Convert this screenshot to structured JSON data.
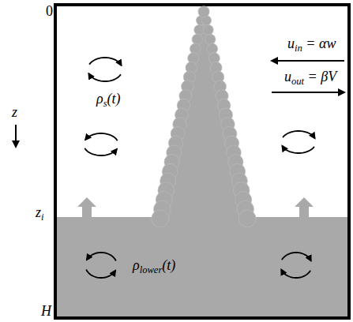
{
  "diagram": {
    "nodes": [
      {
        "text": [
          "ρs(t)"
        ]
      },
      {
        "text": [
          "ρlower(t)"
        ],
        "in": 0
      }
    ],
    "labels": [
      "0",
      "z",
      "zi",
      "H",
      "uin = αw",
      "uout = βV"
    ]
  }
}
